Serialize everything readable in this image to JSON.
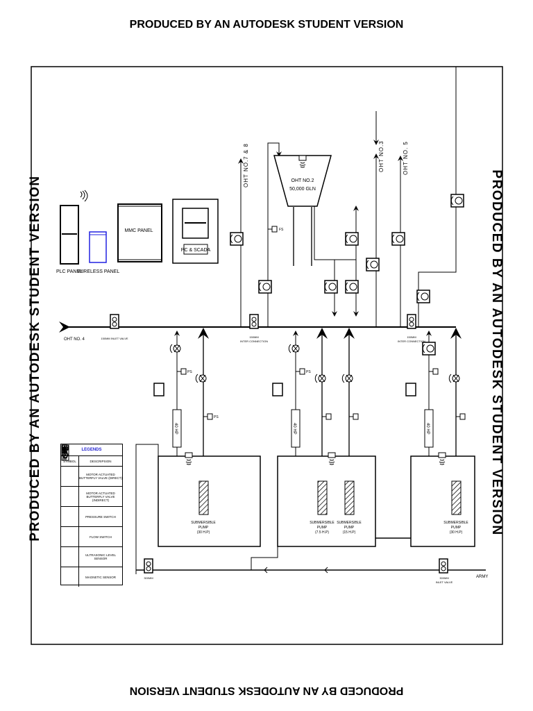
{
  "watermark": {
    "top": "PRODUCED BY AN AUTODESK STUDENT VERSION",
    "left": "PRODUCED BY AN AUTODESK STUDENT VERSION",
    "right": "PRODUCED BY AN AUTODESK STUDENT VERSION",
    "bottom": "PRODUCED BY AN AUTODESK STUDENT VERSION"
  },
  "panels": {
    "plc": "PLC PANEL",
    "wireless": "WIRELESS PANEL",
    "mmc": "MMC PANEL",
    "pc_scada": "PC & SCADA"
  },
  "overhead_tank": {
    "name": "OHT NO.2",
    "capacity": "50,000 GLN"
  },
  "destinations": {
    "oht4": "OHT NO. 4",
    "oht78": "OHT NO.7 & 8",
    "oht3": "OHT NO.3",
    "oht5": "OHT NO. 5",
    "army": "ARMY"
  },
  "valve_labels": {
    "inlet_150": "150MM INLET VALVE",
    "inter_left_size": "150MM",
    "inter_left": "INTER CONNECTION",
    "inter_right_size": "150MM",
    "inter_right": "INTER CONNECTION",
    "inlet_300_size": "300MM",
    "inlet_300": "INLET VALVE",
    "bottom_left": "300MM",
    "oht_inlet": "INLET VALVE"
  },
  "instruments": {
    "fs": "FS",
    "ps": "PS"
  },
  "motors": [
    "40 HP",
    "40 HP",
    "40 HP"
  ],
  "pumps": [
    {
      "label": "SUBMERSIBLE",
      "sub": "PUMP",
      "rating": "(30 H.P)"
    },
    {
      "label": "SUBMERSIBLE",
      "sub": "PUMP",
      "rating": "(7.5 H.P)"
    },
    {
      "label": "SUBMERSIBLE",
      "sub": "PUMP",
      "rating": "(15 H.P)"
    },
    {
      "label": "SUBMERSIBLE",
      "sub": "PUMP",
      "rating": "(30 H.P)"
    }
  ],
  "legend": {
    "title": "LEGENDS",
    "title_color": "#1f1fd0",
    "headers": [
      "SYMBOL",
      "DESCRIPSION"
    ],
    "rows": [
      {
        "icon": "butterfly-valve-direct-icon",
        "l1": "MOTOR ACTUATED",
        "l2": "BUTTERFLY VALVE (DIRECT)"
      },
      {
        "icon": "butterfly-valve-indirect-icon",
        "l1": "MOTOR ACTUATED",
        "l2": "BUTTERFLY VALVE (INDIRECT)"
      },
      {
        "icon": "pressure-switch-icon",
        "l1": "PRESSURE SWITCH",
        "l2": ""
      },
      {
        "icon": "flow-switch-icon",
        "l1": "FLOW SWITCH",
        "l2": ""
      },
      {
        "icon": "ultrasonic-level-sensor-icon",
        "l1": "ULTRASONIC LEVEL SENSOR",
        "l2": ""
      },
      {
        "icon": "magnetic-sensor-icon",
        "l1": "MAGNETIC SENSOR",
        "l2": ""
      }
    ]
  },
  "colors": {
    "wireless_panel": "#2020e0"
  }
}
